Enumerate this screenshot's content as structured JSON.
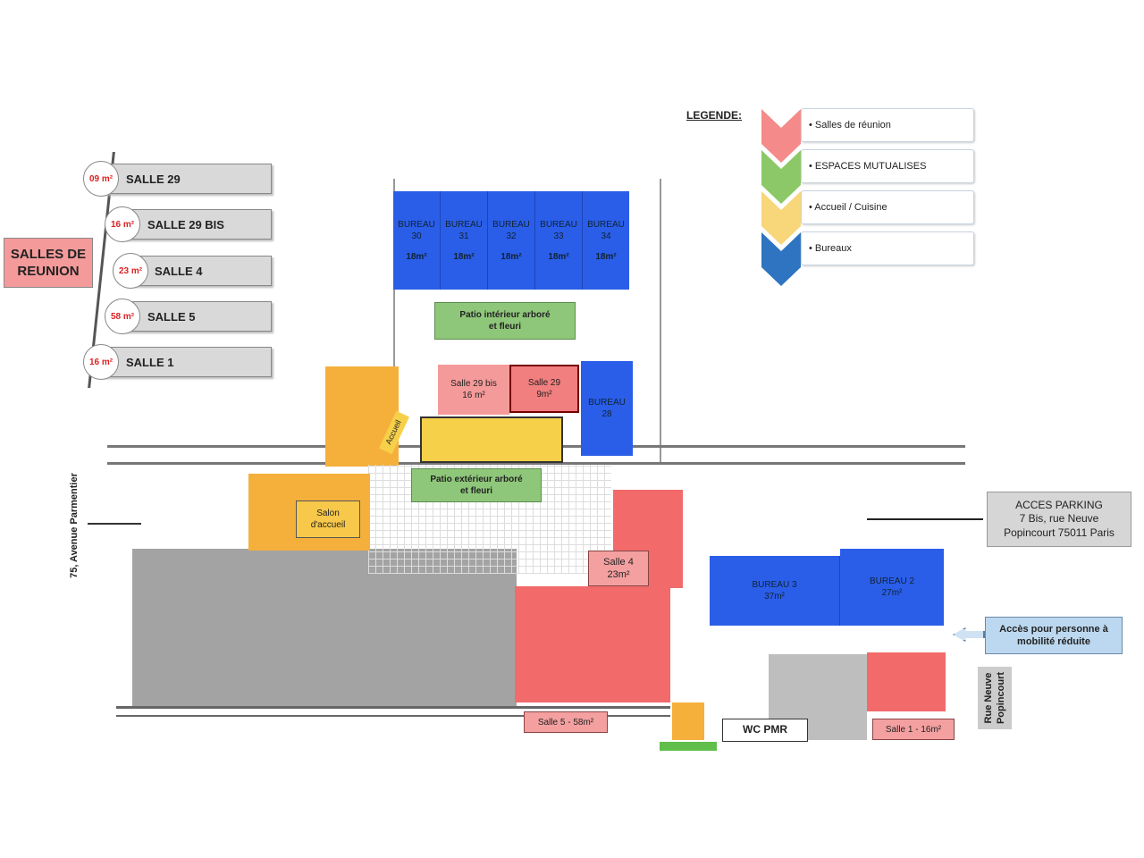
{
  "meeting_rooms_panel": {
    "title": "SALLES DE\nREUNION",
    "rooms": [
      {
        "area": "09 m²",
        "name": "SALLE 29"
      },
      {
        "area": "16 m²",
        "name": "SALLE 29 BIS"
      },
      {
        "area": "23 m²",
        "name": "SALLE 4"
      },
      {
        "area": "58 m²",
        "name": "SALLE 5"
      },
      {
        "area": "16 m²",
        "name": "SALLE 1"
      }
    ]
  },
  "legend": {
    "title": "LEGENDE:",
    "items": [
      {
        "label": "• Salles de réunion",
        "color": "#f48a8a"
      },
      {
        "label": "• ESPACES MUTUALISES",
        "color": "#8cc867"
      },
      {
        "label": "• Accueil / Cuisine",
        "color": "#f8d67a"
      },
      {
        "label": "• Bureaux",
        "color": "#2e74c0"
      }
    ]
  },
  "plan": {
    "offices_top": [
      {
        "name": "BUREAU\n30",
        "area": "18m²"
      },
      {
        "name": "BUREAU\n31",
        "area": "18m²"
      },
      {
        "name": "BUREAU\n32",
        "area": "18m²"
      },
      {
        "name": "BUREAU\n33",
        "area": "18m²"
      },
      {
        "name": "BUREAU\n34",
        "area": "18m²"
      }
    ],
    "patio_interieur": "Patio intérieur arboré\net fleuri",
    "salle_29_bis": "Salle 29 bis\n16 m²",
    "salle_29": "Salle 29\n9m²",
    "bureau_28": "BUREAU\n28",
    "accueil": "Accueil",
    "patio_exterieur": "Patio extérieur arboré\net fleuri",
    "salon": "Salon\nd'accueil",
    "salle_4": "Salle 4\n23m²",
    "salle_5": "Salle 5 - 58m²",
    "bureau_3": "BUREAU 3\n37m²",
    "bureau_2": "BUREAU 2\n27m²",
    "salle_1": "Salle 1 - 16m²",
    "wc": "WC PMR",
    "street_left": "75, Avenue Parmentier",
    "street_right": "Rue Neuve\nPopincourt",
    "parking": "ACCES PARKING\n7 Bis, rue Neuve\nPopincourt 75011 Paris",
    "pmr_access": "Accès pour personne à\nmobilité réduite",
    "colors": {
      "office": "#2a5ee8",
      "meeting": "#f26a6a",
      "reception": "#f5b03c",
      "shared": "#8fc77a"
    }
  }
}
